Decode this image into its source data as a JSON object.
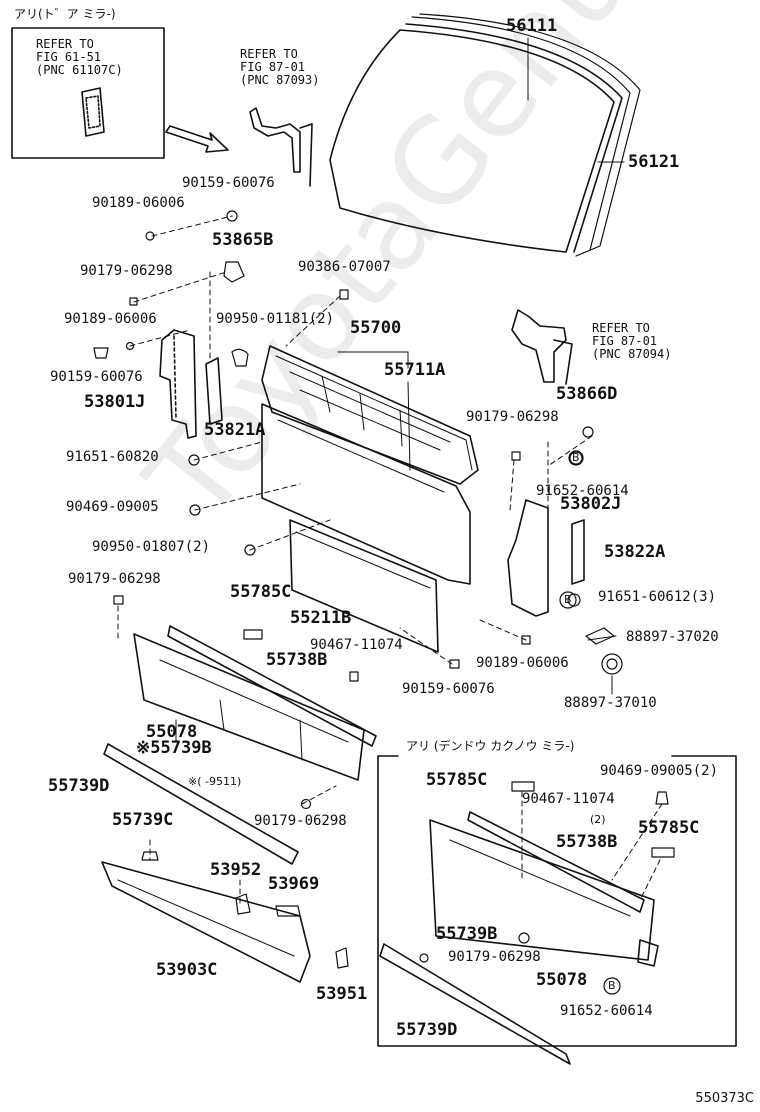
{
  "header": {
    "inset_title_top": "アリ(ト゛ア ミラ-)",
    "inset_title_bottom": "アリ (デンドウ カクノウ ミラ-)"
  },
  "refs": {
    "ref_61_51": "REFER TO\nFIG 61-51\n(PNC 61107C)",
    "ref_87_01_a": "REFER TO\nFIG 87-01\n(PNC 87093)",
    "ref_87_01_b": "REFER TO\nFIG 87-01\n(PNC 87094)"
  },
  "parts": {
    "p56111": "56111",
    "p56121": "56121",
    "p90159_60076_a": "90159-60076",
    "p90189_06006_a": "90189-06006",
    "p53865B": "53865B",
    "p90179_06298_a": "90179-06298",
    "p90386_07007": "90386-07007",
    "p90189_06006_b": "90189-06006",
    "p90950_01181": "90950-01181(2)",
    "p55700": "55700",
    "p90159_60076_b": "90159-60076",
    "p55711A": "55711A",
    "p53801J": "53801J",
    "p53866D": "53866D",
    "p53821A": "53821A",
    "p90179_06298_b": "90179-06298",
    "p91651_60820": "91651-60820",
    "p91652_60614_a": "91652-60614",
    "p90469_09005_a": "90469-09005",
    "p53802J": "53802J",
    "p90950_01807": "90950-01807(2)",
    "p53822A": "53822A",
    "p90179_06298_c": "90179-06298",
    "p55785C_a": "55785C",
    "p91651_60612": "91651-60612(3)",
    "p55211B": "55211B",
    "p88897_37020": "88897-37020",
    "p90467_11074_a": "90467-11074",
    "p90189_06006_c": "90189-06006",
    "p55738B_a": "55738B",
    "p90159_60076_c": "90159-60076",
    "p88897_37010": "88897-37010",
    "p55078_a": "55078",
    "p55739B_a": "55739B",
    "p55739D_a": "55739D",
    "p_note": "※(   -9511)",
    "p90179_06298_d": "90179-06298",
    "p55739C": "55739C",
    "p53952": "53952",
    "p53969": "53969",
    "p53903C": "53903C",
    "p53951": "53951",
    "p55785C_b": "55785C",
    "p90469_09005_b": "90469-09005(2)",
    "p90467_11074_b": "90467-11074",
    "p_qty2": "(2)",
    "p55785C_c": "55785C",
    "p55738B_b": "55738B",
    "p55739B_b": "55739B",
    "p90179_06298_e": "90179-06298",
    "p55078_b": "55078",
    "p91652_60614_b": "91652-60614",
    "p55739D_b": "55739D"
  },
  "markers": {
    "b_symbol": "B",
    "star": "※"
  },
  "watermark": "ToyotaGenuine.ru",
  "figure_code": "550373C"
}
